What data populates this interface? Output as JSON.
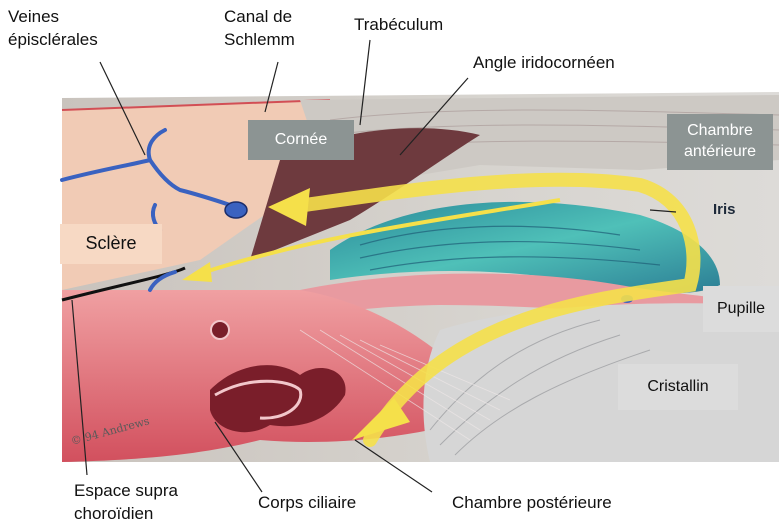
{
  "labels": {
    "veines_episclerales": "Veines\népisclérales",
    "canal_schlemm": "Canal de\nSchlemm",
    "trabeculum": "Trabéculum",
    "angle_iridocorneen": "Angle iridocornéen",
    "cornee": "Cornée",
    "chambre_anterieure": "Chambre\nantérieure",
    "iris": "Iris",
    "sclere": "Sclère",
    "pupille": "Pupille",
    "cristallin": "Cristallin",
    "espace_supra_choroidien": "Espace supra\nchoroïdien",
    "corps_ciliaire": "Corps ciliaire",
    "chambre_posterieure": "Chambre postérieure",
    "signature": "© 94 Andrews"
  },
  "colors": {
    "flow_arrow": "#f5e04a",
    "sclera": "#f3c7b0",
    "iris": "#3ea9a7",
    "ciliary": "#e0707a",
    "vein": "#3a62c0"
  }
}
